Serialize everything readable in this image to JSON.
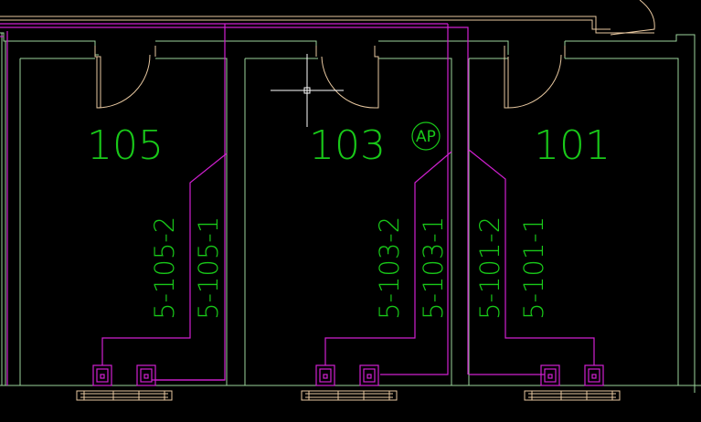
{
  "drawing": {
    "rooms": [
      {
        "number": "105",
        "circuits": [
          "5-105-2",
          "5-105-1"
        ]
      },
      {
        "number": "103",
        "circuits": [
          "5-103-2",
          "5-103-1"
        ]
      },
      {
        "number": "101",
        "circuits": [
          "5-101-2",
          "5-101-1"
        ]
      }
    ],
    "access_point_label": "AP",
    "colors": {
      "background": "#000000",
      "walls": "#9bd49b",
      "door_frames": "#e8c8a0",
      "cable": "#d020d0",
      "text": "#19c819",
      "crosshair": "#ffffff"
    }
  }
}
